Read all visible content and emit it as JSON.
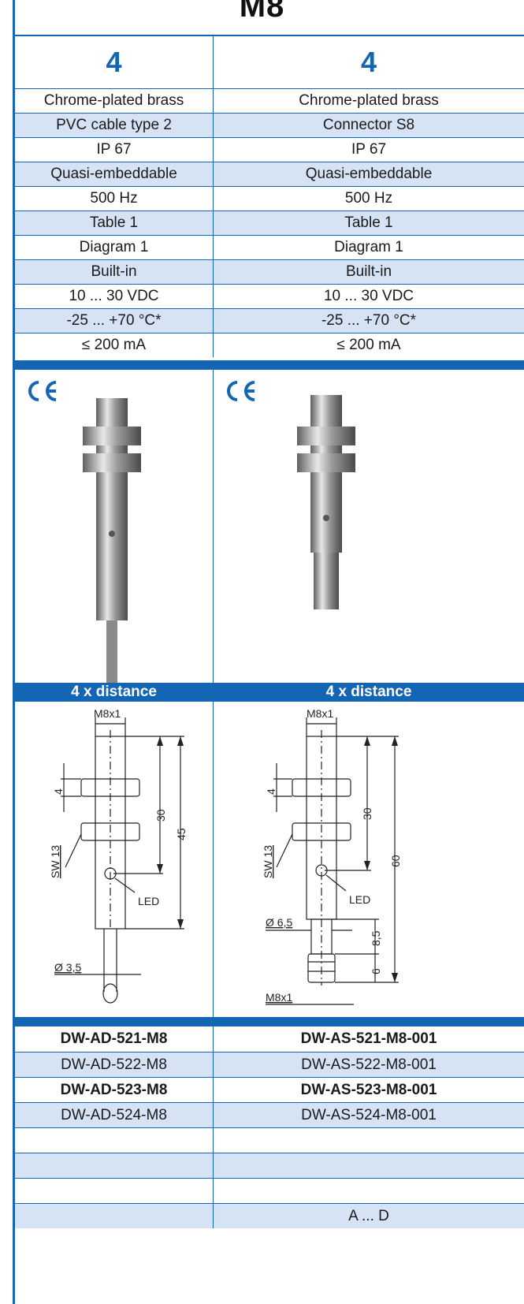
{
  "heading": "M8",
  "header_numbers": [
    "4",
    "4"
  ],
  "spec_rows": [
    [
      "Chrome-plated brass",
      "Chrome-plated brass"
    ],
    [
      "PVC cable type 2",
      "Connector S8"
    ],
    [
      "IP 67",
      "IP 67"
    ],
    [
      "Quasi-embeddable",
      "Quasi-embeddable"
    ],
    [
      "500 Hz",
      "500 Hz"
    ],
    [
      "Table 1",
      "Table 1"
    ],
    [
      "Diagram 1",
      "Diagram 1"
    ],
    [
      "Built-in",
      "Built-in"
    ],
    [
      "10 ... 30 VDC",
      "10 ... 30 VDC"
    ],
    [
      "-25 ... +70 °C*",
      "-25 ... +70 °C*"
    ],
    [
      "≤ 200 mA",
      "≤ 200 mA"
    ]
  ],
  "distance_labels": [
    "4 x distance",
    "4 x distance"
  ],
  "drawing_left": {
    "thread": "M8x1",
    "nut": "4",
    "wrench": "SW 13",
    "len1": "30",
    "len2": "45",
    "led": "LED",
    "cable_dia": "Ø 3,5"
  },
  "drawing_right": {
    "thread": "M8x1",
    "nut": "4",
    "wrench": "SW 13",
    "len1": "30",
    "len2": "60",
    "led": "LED",
    "body_dia": "Ø 6,5",
    "d1": "8,5",
    "d2": "6",
    "connector": "M8x1"
  },
  "model_rows": [
    {
      "left": "DW-AD-521-M8",
      "right": "DW-AS-521-M8-001",
      "bold": true
    },
    {
      "left": "DW-AD-522-M8",
      "right": "DW-AS-522-M8-001",
      "bold": false
    },
    {
      "left": "DW-AD-523-M8",
      "right": "DW-AS-523-M8-001",
      "bold": true
    },
    {
      "left": "DW-AD-524-M8",
      "right": "DW-AS-524-M8-001",
      "bold": false
    },
    {
      "left": "",
      "right": "",
      "bold": false
    },
    {
      "left": "",
      "right": "",
      "bold": false
    },
    {
      "left": "",
      "right": "",
      "bold": false
    },
    {
      "left": "",
      "right": "A ... D",
      "bold": false
    }
  ],
  "colors": {
    "accent": "#1565b5",
    "shade": "#d6e3f5"
  },
  "icons": [
    "ce-mark-icon",
    "sensor-cable-photo",
    "sensor-connector-photo"
  ]
}
